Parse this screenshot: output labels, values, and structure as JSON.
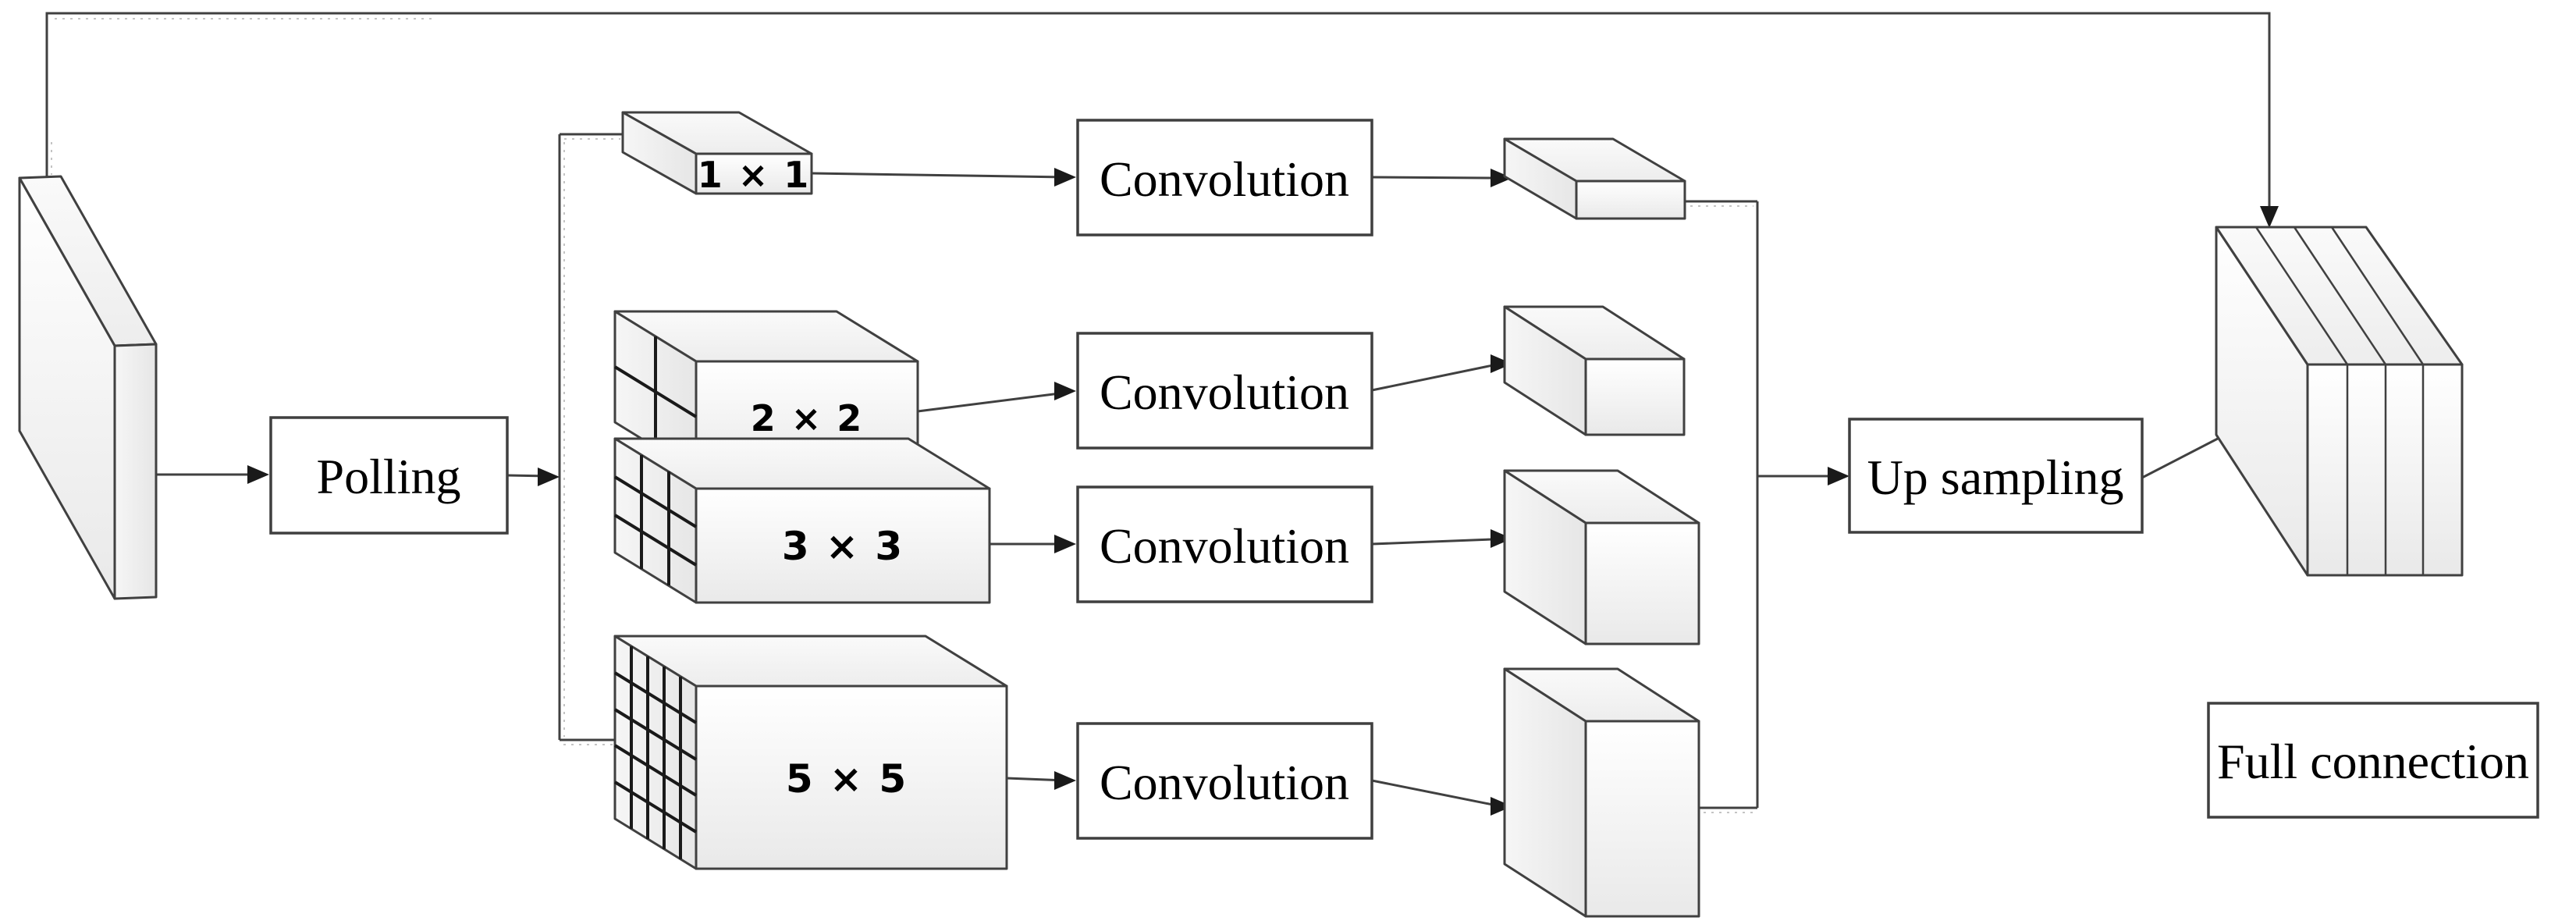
{
  "diagram": {
    "type": "cnn-pooling-pyramid-architecture",
    "pooling_label": "Polling",
    "upsampling_label": "Up sampling",
    "full_connection_label": "Full connection",
    "rows": [
      {
        "pool_size": "1 × 1",
        "conv_label": "Convolution"
      },
      {
        "pool_size": "2 × 2",
        "conv_label": "Convolution"
      },
      {
        "pool_size": "3 × 3",
        "conv_label": "Convolution"
      },
      {
        "pool_size": "5 × 5",
        "conv_label": "Convolution"
      }
    ],
    "colors": {
      "line": "#404040",
      "grid_line": "#1a1a1a",
      "box_border": "#3f3f3f",
      "box_fill": "#ffffff",
      "shape_fill_light": "#fcfcfc",
      "shape_fill_dark": "#e9e9e9",
      "background": "#ffffff"
    }
  }
}
